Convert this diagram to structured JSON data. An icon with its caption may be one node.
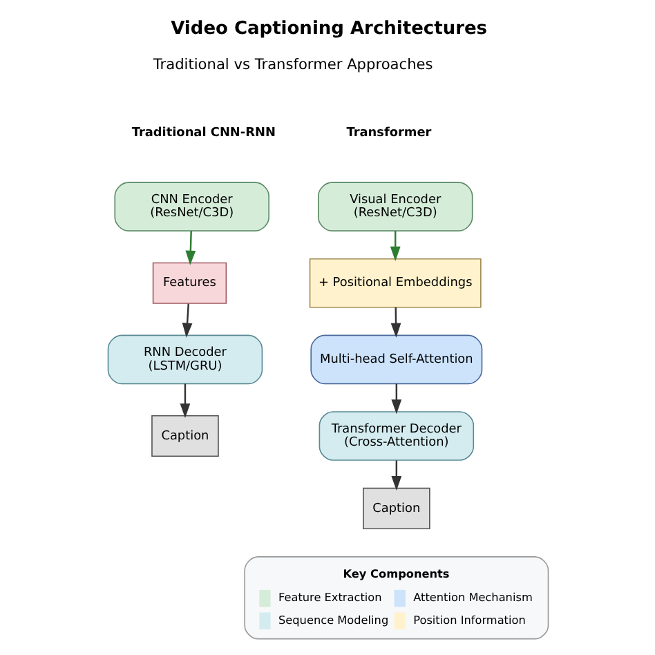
{
  "diagram": {
    "title": "Video Captioning Architectures",
    "nodes": [
      {
        "text": [
          "CNN Encoder",
          "(ResNet/C3D)"
        ]
      },
      {
        "text": [
          "Features"
        ]
      },
      {
        "text": [
          "RNN Decoder",
          "(LSTM/GRU)"
        ]
      },
      {
        "text": [
          "Caption"
        ]
      },
      {
        "text": [
          "Visual Encoder",
          "(ResNet/C3D)"
        ]
      },
      {
        "text": [
          "+ Positional Embeddings"
        ]
      },
      {
        "text": [
          "Multi-head Self-Attention"
        ]
      },
      {
        "text": [
          "Transformer Decoder",
          "(Cross-Attention)"
        ]
      },
      {
        "text": [
          "Caption"
        ]
      }
    ],
    "edges": [
      {
        "from": 0,
        "to": 1,
        "arrow": "to",
        "color": "#2e7d32"
      },
      {
        "from": 1,
        "to": 2,
        "arrow": "to"
      },
      {
        "from": 2,
        "to": 3,
        "arrow": "to"
      },
      {
        "from": 4,
        "to": 5,
        "arrow": "to",
        "color": "#2e7d32"
      },
      {
        "from": 5,
        "to": 6,
        "arrow": "to"
      },
      {
        "from": 6,
        "to": 7,
        "arrow": "to"
      },
      {
        "from": 7,
        "to": 8,
        "arrow": "to"
      }
    ],
    "labels": [
      "Traditional vs Transformer Approaches",
      "Traditional CNN-RNN",
      "Transformer",
      "Key Components"
    ],
    "legend": [
      {
        "text": "Feature Extraction",
        "color": "#d5ecd9"
      },
      {
        "text": "Attention Mechanism",
        "color": "#cce3fb"
      },
      {
        "text": "Sequence Modeling",
        "color": "#d4ecf0"
      },
      {
        "text": "Position Information",
        "color": "#fff2cc"
      }
    ]
  }
}
